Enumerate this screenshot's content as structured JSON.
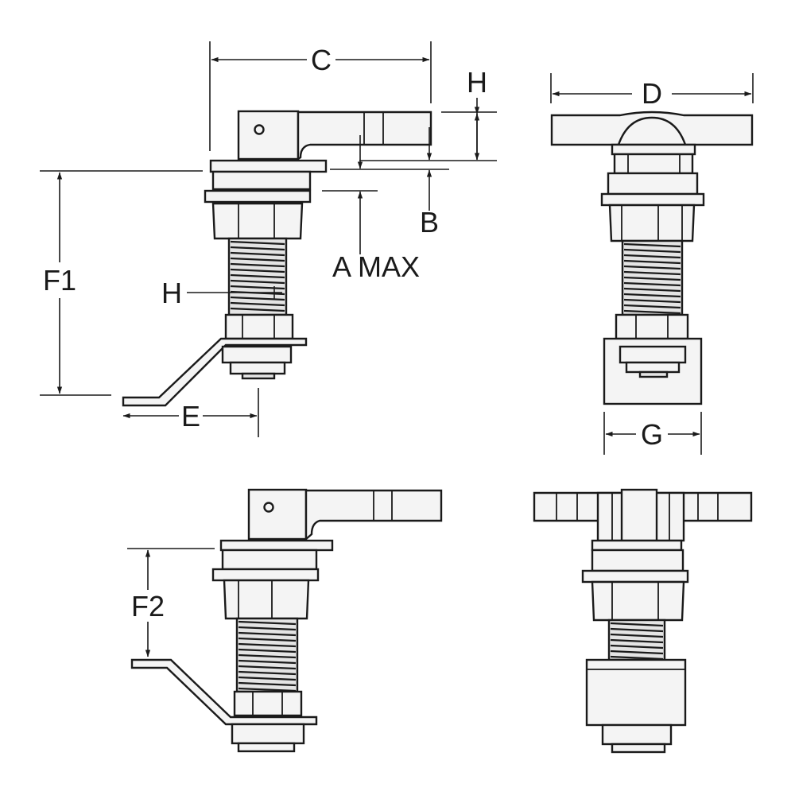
{
  "labels": {
    "c": "C",
    "h_top": "H",
    "d": "D",
    "b": "B",
    "a_max": "A MAX",
    "f1": "F1",
    "h_side": "H",
    "e": "E",
    "g": "G",
    "f2": "F2"
  },
  "colors": {
    "line": "#1a1a1a",
    "fill": "#f4f4f4",
    "background": "#ffffff"
  }
}
